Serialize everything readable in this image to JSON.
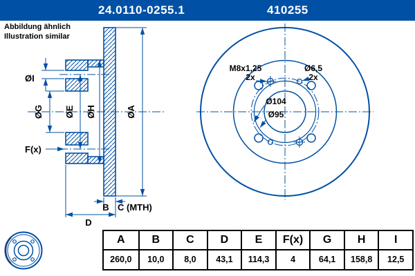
{
  "header": {
    "part_number": "24.0110-0255.1",
    "catalog_number": "410255"
  },
  "note": {
    "line1": "Abbildung ähnlich",
    "line2": "Illustration similar"
  },
  "section_view": {
    "dia_i": "ØI",
    "dia_g": "ØG",
    "dia_e": "ØE",
    "dia_h": "ØH",
    "dia_a": "ØA",
    "f_label": "F(x)",
    "b_label": "B",
    "c_label": "C (MTH)",
    "d_label": "D"
  },
  "front_view": {
    "thread_label": "M8x1,25",
    "thread_qty": "2x",
    "hole_label": "Ø6,5",
    "hole_qty": "2x",
    "bolt_circle_label": "Ø104",
    "register_label": "Ø95"
  },
  "table": {
    "headers": [
      "A",
      "B",
      "C",
      "D",
      "E",
      "F(x)",
      "G",
      "H",
      "I"
    ],
    "values": [
      "260,0",
      "10,0",
      "8,0",
      "43,1",
      "114,3",
      "4",
      "64,1",
      "158,8",
      "12,5"
    ]
  },
  "colors": {
    "brand_blue": "#0051a5",
    "line_blue": "#0050a5",
    "text_black": "#000000"
  }
}
